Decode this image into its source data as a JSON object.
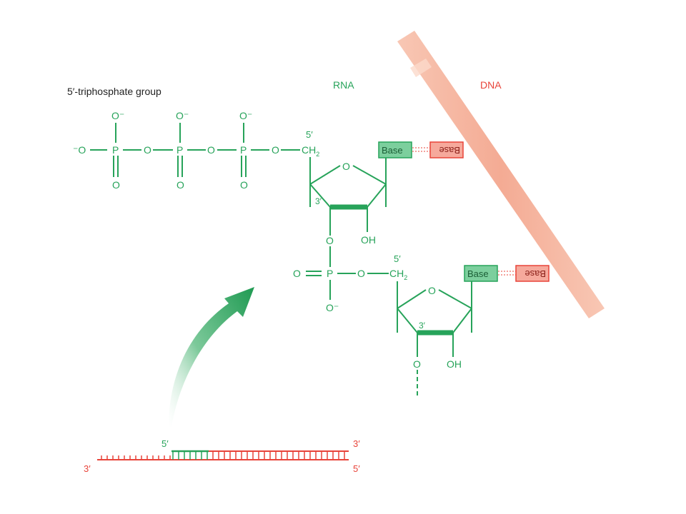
{
  "labels": {
    "triphosphate": "5′-triphosphate group",
    "rna": "RNA",
    "dna": "DNA",
    "five_prime": "5′",
    "three_prime": "3′",
    "ch2": "CH",
    "ch2_sub": "2",
    "oh": "OH",
    "p": "P",
    "o": "O",
    "o_minus": "O⁻",
    "minus_o": "⁻O",
    "base": "Base",
    "base_mirrored": "Base"
  },
  "colors": {
    "rna": "#27a35a",
    "dna": "#e8443a",
    "dna_band": "#f6b9a3",
    "text": "#222222"
  }
}
